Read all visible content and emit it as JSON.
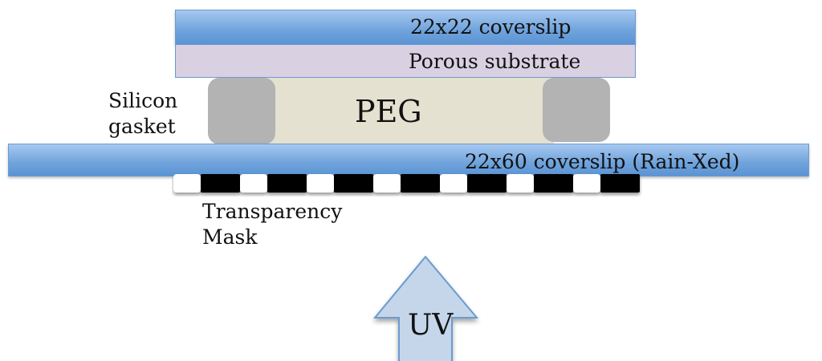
{
  "labels": {
    "top_coverslip": "22x22 coverslip",
    "porous_substrate": "Porous substrate",
    "peg": "PEG",
    "silicon_gasket_line1": "Silicon",
    "silicon_gasket_line2": "gasket",
    "bottom_coverslip": "22x60 coverslip (Rain-Xed)",
    "mask_line1": "Transparency",
    "mask_line2": "Mask",
    "uv": "UV"
  },
  "colors": {
    "coverslip": "#6fa3dc",
    "porous": "#d9d0e2",
    "peg": "#e4e1d1",
    "gasket": "#b3b3b3",
    "arrow_fill": "#c5d6ea",
    "arrow_stroke": "#6a9bd0"
  }
}
